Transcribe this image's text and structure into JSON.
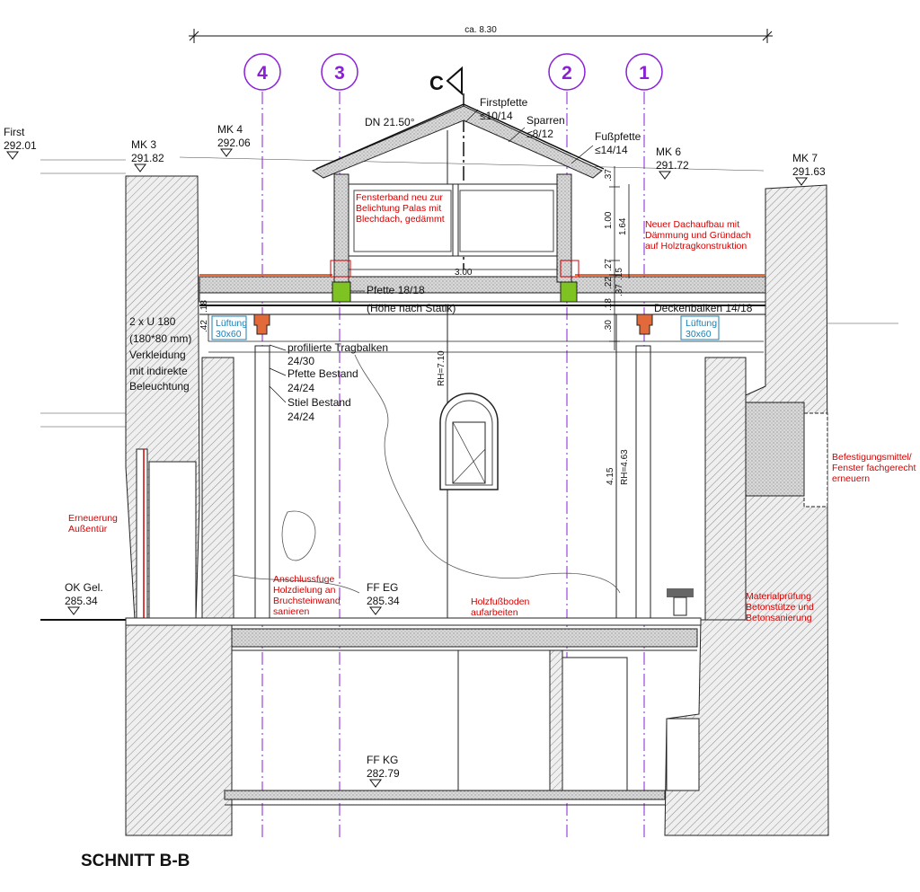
{
  "overall_dimension": "ca. 8.30",
  "section_marker": "C",
  "title": "SCHNITT B-B",
  "axes": [
    "4",
    "3",
    "2",
    "1"
  ],
  "elevations": {
    "first": {
      "label": "First",
      "value": "292.01"
    },
    "mk3": {
      "label": "MK 3",
      "value": "291.82"
    },
    "mk4": {
      "label": "MK 4",
      "value": "292.06"
    },
    "mk6": {
      "label": "MK 6",
      "value": "291.72"
    },
    "mk7": {
      "label": "MK 7",
      "value": "291.63"
    },
    "okgel": {
      "label": "OK Gel.",
      "value": "285.34"
    },
    "ffeg": {
      "label": "FF EG",
      "value": "285.34"
    },
    "ffkg": {
      "label": "FF KG",
      "value": "282.79"
    }
  },
  "roof": {
    "pitch": "DN 21.50°",
    "firstpfette_label": "Firstpfette",
    "firstpfette_size": "≤10/14",
    "sparren_label": "Sparren",
    "sparren_size": "≤8/12",
    "fusspfette_label": "Fußpfette",
    "fusspfette_size": "≤14/14"
  },
  "notes": {
    "fensterband": [
      "Fensterband neu zur",
      "Belichtung Palas mit",
      "Blechdach, gedämmt"
    ],
    "dachaufbau": [
      "Neuer Dachaufbau mit",
      "Dämmung und Gründach",
      "auf Holztragkonstruktion"
    ],
    "befestigung": [
      "Befestigungsmittel/",
      "Fenster fachgerecht",
      "erneuern"
    ],
    "erneuerung": [
      "Erneuerung",
      "Außentür"
    ],
    "anschluss": [
      "Anschlussfuge",
      "Holzdielung an",
      "Bruchsteinwand",
      "sanieren"
    ],
    "holzfussboden": [
      "Holzfußboden",
      "aufarbeiten"
    ],
    "material": [
      "Materialprüfung",
      "Betonstütze und",
      "Betonsanierung"
    ]
  },
  "labels": {
    "pfette": "Pfette 18/18",
    "hoehe_statik": "(Höhe nach Statik)",
    "deckenbalken": "Deckenbalken 14/18",
    "u180": [
      "2 x U 180",
      "(180*80 mm)",
      "Verkleidung",
      "mit indirekte",
      "Beleuchtung"
    ],
    "tragbalken": [
      "profilierte Tragbalken",
      "24/30",
      "Pfette Bestand",
      "24/24",
      "Stiel Bestand",
      "24/24"
    ],
    "lueftung_label": "Lüftung",
    "lueftung_size": "30x60"
  },
  "dims": {
    "d37": ".37",
    "d100": "1.00",
    "d164": "1.64",
    "d300": "3.00",
    "d27": ".27",
    "d22": ".22",
    "d15": ".15",
    "d37b": ".37",
    "d18": ".18",
    "d30": ".30",
    "d42": ".42",
    "d18b": ".18",
    "rh710": "RH=7.10",
    "d415": "4.15",
    "rh463": "RH=4.63"
  },
  "colors": {
    "axis": "#8a1fd6",
    "note_red": "#d40000",
    "note_cyan": "#1b7fb3",
    "hatch": "#8c8c8c",
    "beam_orange": "#e2693a",
    "beam_green": "#7ec321"
  }
}
